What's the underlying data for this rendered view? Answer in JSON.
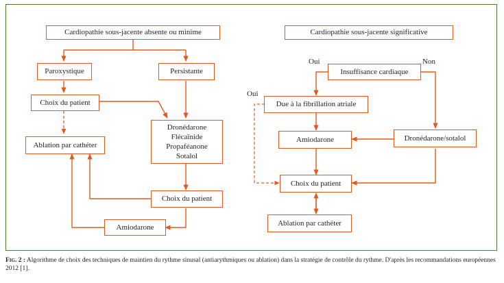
{
  "figure": {
    "border_color": "#4e7a2f",
    "node_border_color": "#e2591f",
    "arrow_color": "#e2591f",
    "text_color": "#231f20"
  },
  "left_panel": {
    "title": "Cardiopathie sous-jacente absente ou minime",
    "nodes": [
      {
        "id": "paroxystique",
        "label": "Paroxystique"
      },
      {
        "id": "persistante",
        "label": "Persistante"
      },
      {
        "id": "choix_patient_1",
        "label": "Choix du patient"
      },
      {
        "id": "ablation_catheter_left",
        "label": "Ablation par cathéter"
      },
      {
        "id": "drugs_left",
        "label": "Dronédarone\nFlécaïnide\nPropaféanone\nSotalol"
      },
      {
        "id": "choix_patient_2",
        "label": "Choix du patient"
      },
      {
        "id": "amiodarone_left",
        "label": "Amiodarone"
      }
    ]
  },
  "right_panel": {
    "title": "Cardiopathie sous-jacente significative",
    "nodes": [
      {
        "id": "insuffisance_cardiaque",
        "label": "Insuffisance cardiaque"
      },
      {
        "id": "fibrillation_atriale",
        "label": "Due à la fibrillation atriale"
      },
      {
        "id": "amiodarone_right",
        "label": "Amiodarone"
      },
      {
        "id": "dronedarone_sotalol",
        "label": "Dronédarone/sotalol"
      },
      {
        "id": "choix_patient_right",
        "label": "Choix du patient"
      },
      {
        "id": "ablation_catheter_right",
        "label": "Ablation par cathéter"
      }
    ],
    "labels": [
      {
        "id": "oui_1",
        "text": "Oui"
      },
      {
        "id": "non_1",
        "text": "Non"
      },
      {
        "id": "oui_2",
        "text": "Oui"
      }
    ]
  },
  "caption": {
    "fig_label": "Fig. 2 :",
    "text": " Algorithme de choix des techniques de maintien du rythme sinusal (antiarythmiques ou ablation) dans la stratégie de contrôle du rythme. D'après les recommandations européennes 2012 [1]."
  }
}
